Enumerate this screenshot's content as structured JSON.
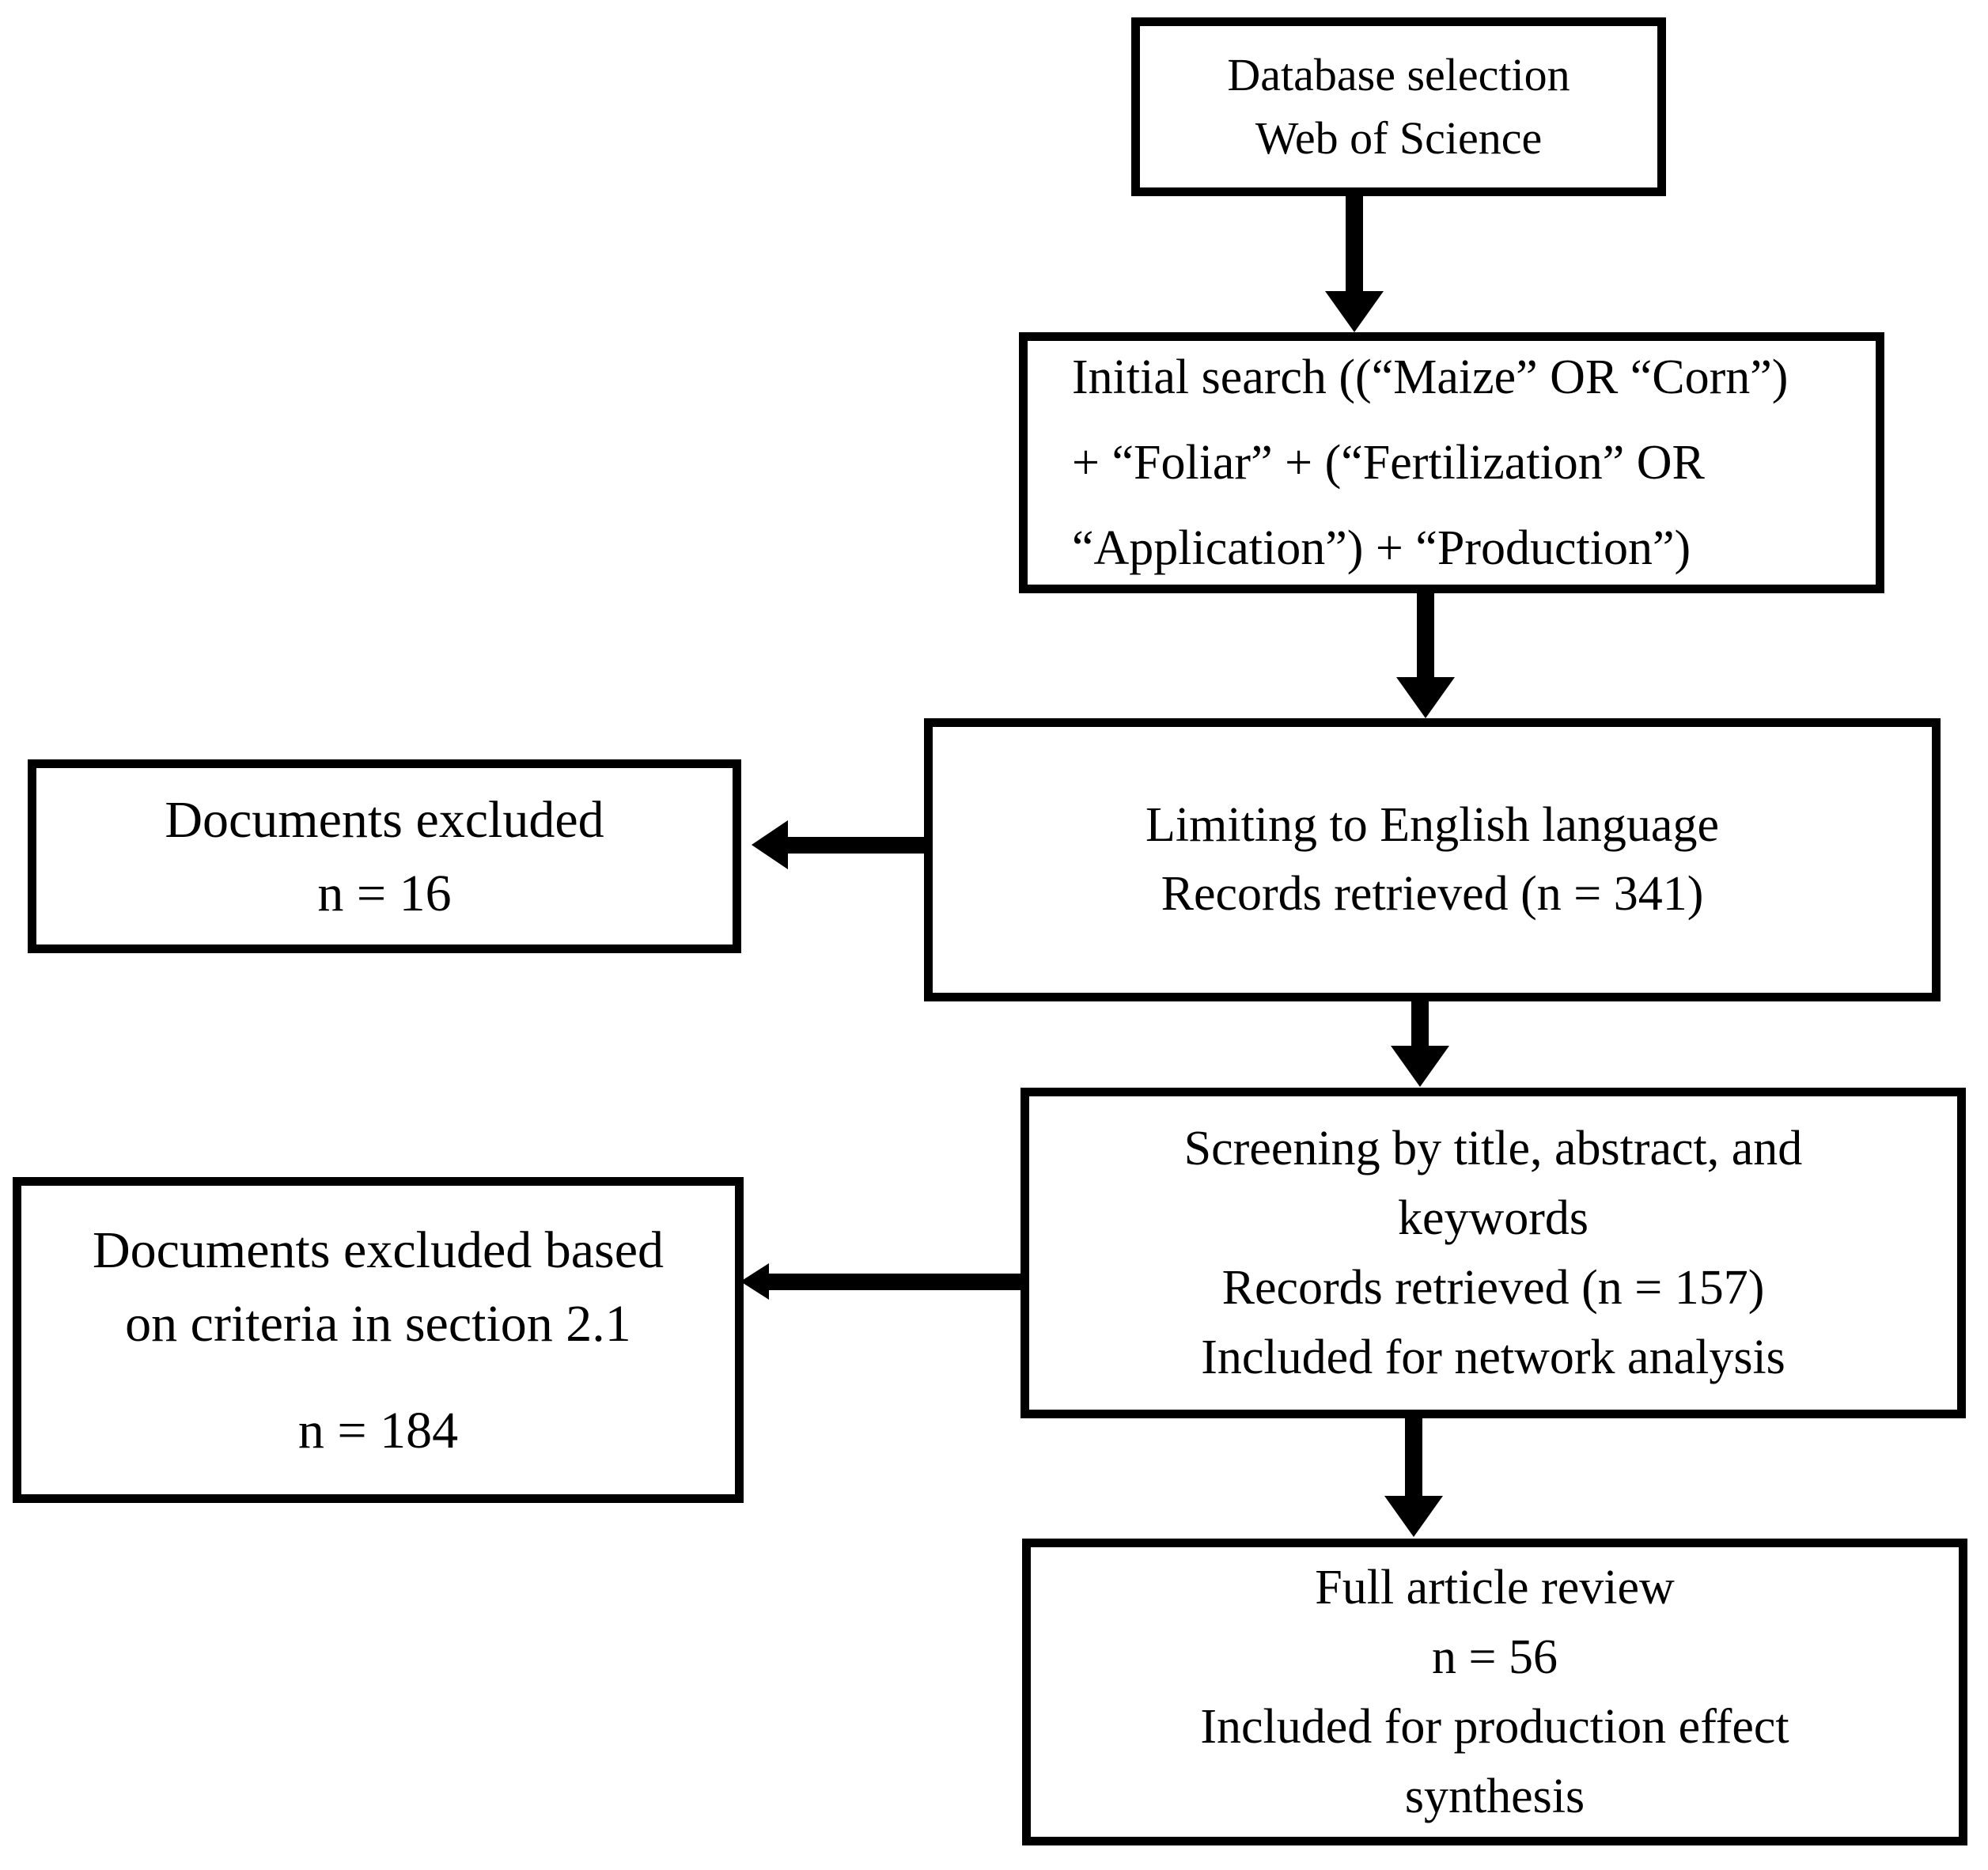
{
  "diagram": {
    "type": "flowchart",
    "description": "Literature search and screening flow diagram",
    "boxes": {
      "database_selection": {
        "lines": [
          "Database selection",
          "Web of Science"
        ]
      },
      "initial_search": {
        "lines": [
          "Initial search ((“Maize” OR “Corn”)",
          "+ “Foliar” + (“Fertilization” OR",
          "“Application”) + “Production”)"
        ]
      },
      "english_limit": {
        "lines": [
          "Limiting to English language",
          "Records retrieved (n = 341)"
        ]
      },
      "excluded_language": {
        "lines": [
          "Documents excluded",
          "n = 16"
        ]
      },
      "screening": {
        "lines": [
          "Screening by title, abstract, and",
          "keywords",
          "Records retrieved (n = 157)",
          "Included for network analysis"
        ]
      },
      "excluded_criteria": {
        "lines": [
          "Documents excluded based",
          "on criteria in section 2.1",
          "n = 184"
        ]
      },
      "full_article_review": {
        "lines": [
          "Full article review",
          "n = 56",
          "Included for production effect",
          "synthesis"
        ]
      }
    },
    "counts": {
      "records_retrieved_english": 341,
      "documents_excluded_language": 16,
      "records_retrieved_screening": 157,
      "documents_excluded_criteria": 184,
      "full_article_review": 56
    },
    "colors": {
      "background": "#ffffff",
      "border": "#000000",
      "text": "#000000",
      "arrow": "#000000"
    }
  }
}
